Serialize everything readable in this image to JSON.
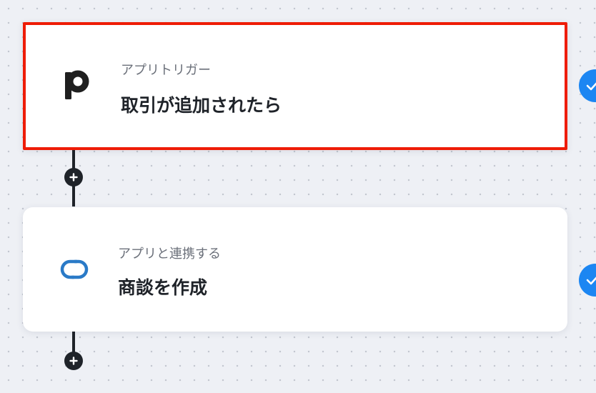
{
  "flow": {
    "steps": [
      {
        "kind_label": "アプリトリガー",
        "title": "取引が追加されたら",
        "app_icon": "pipedrive-logo",
        "status": "completed",
        "selected": true
      },
      {
        "kind_label": "アプリと連携する",
        "title": "商談を作成",
        "app_icon": "zoho-crm-logo",
        "status": "completed",
        "selected": false
      }
    ],
    "add_step_icon": "plus-icon",
    "status_icon": "check-icon"
  },
  "colors": {
    "highlight_border": "#ee1c06",
    "status_blue": "#1c86f2",
    "connector": "#1f2329",
    "canvas_bg": "#eef0f5",
    "zoho_blue": "#2a7ac7"
  }
}
